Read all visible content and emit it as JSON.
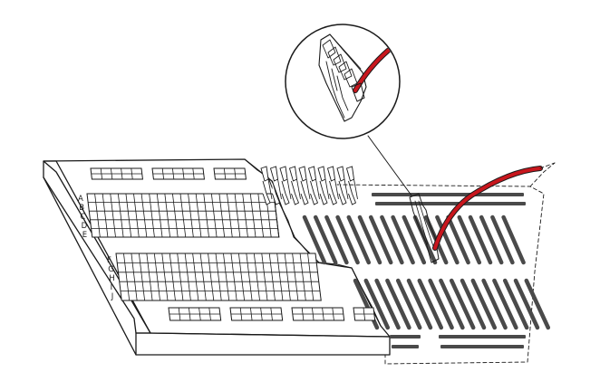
{
  "figure": {
    "row_labels_top": [
      "A",
      "B",
      "C",
      "D",
      "E"
    ],
    "row_labels_bottom": [
      "F",
      "G",
      "H",
      "I",
      "J"
    ]
  },
  "colors": {
    "ink": "#1a1a1a",
    "paper": "#ffffff",
    "metal_strip": "#4a4a4a",
    "wire": "#c8161d"
  }
}
